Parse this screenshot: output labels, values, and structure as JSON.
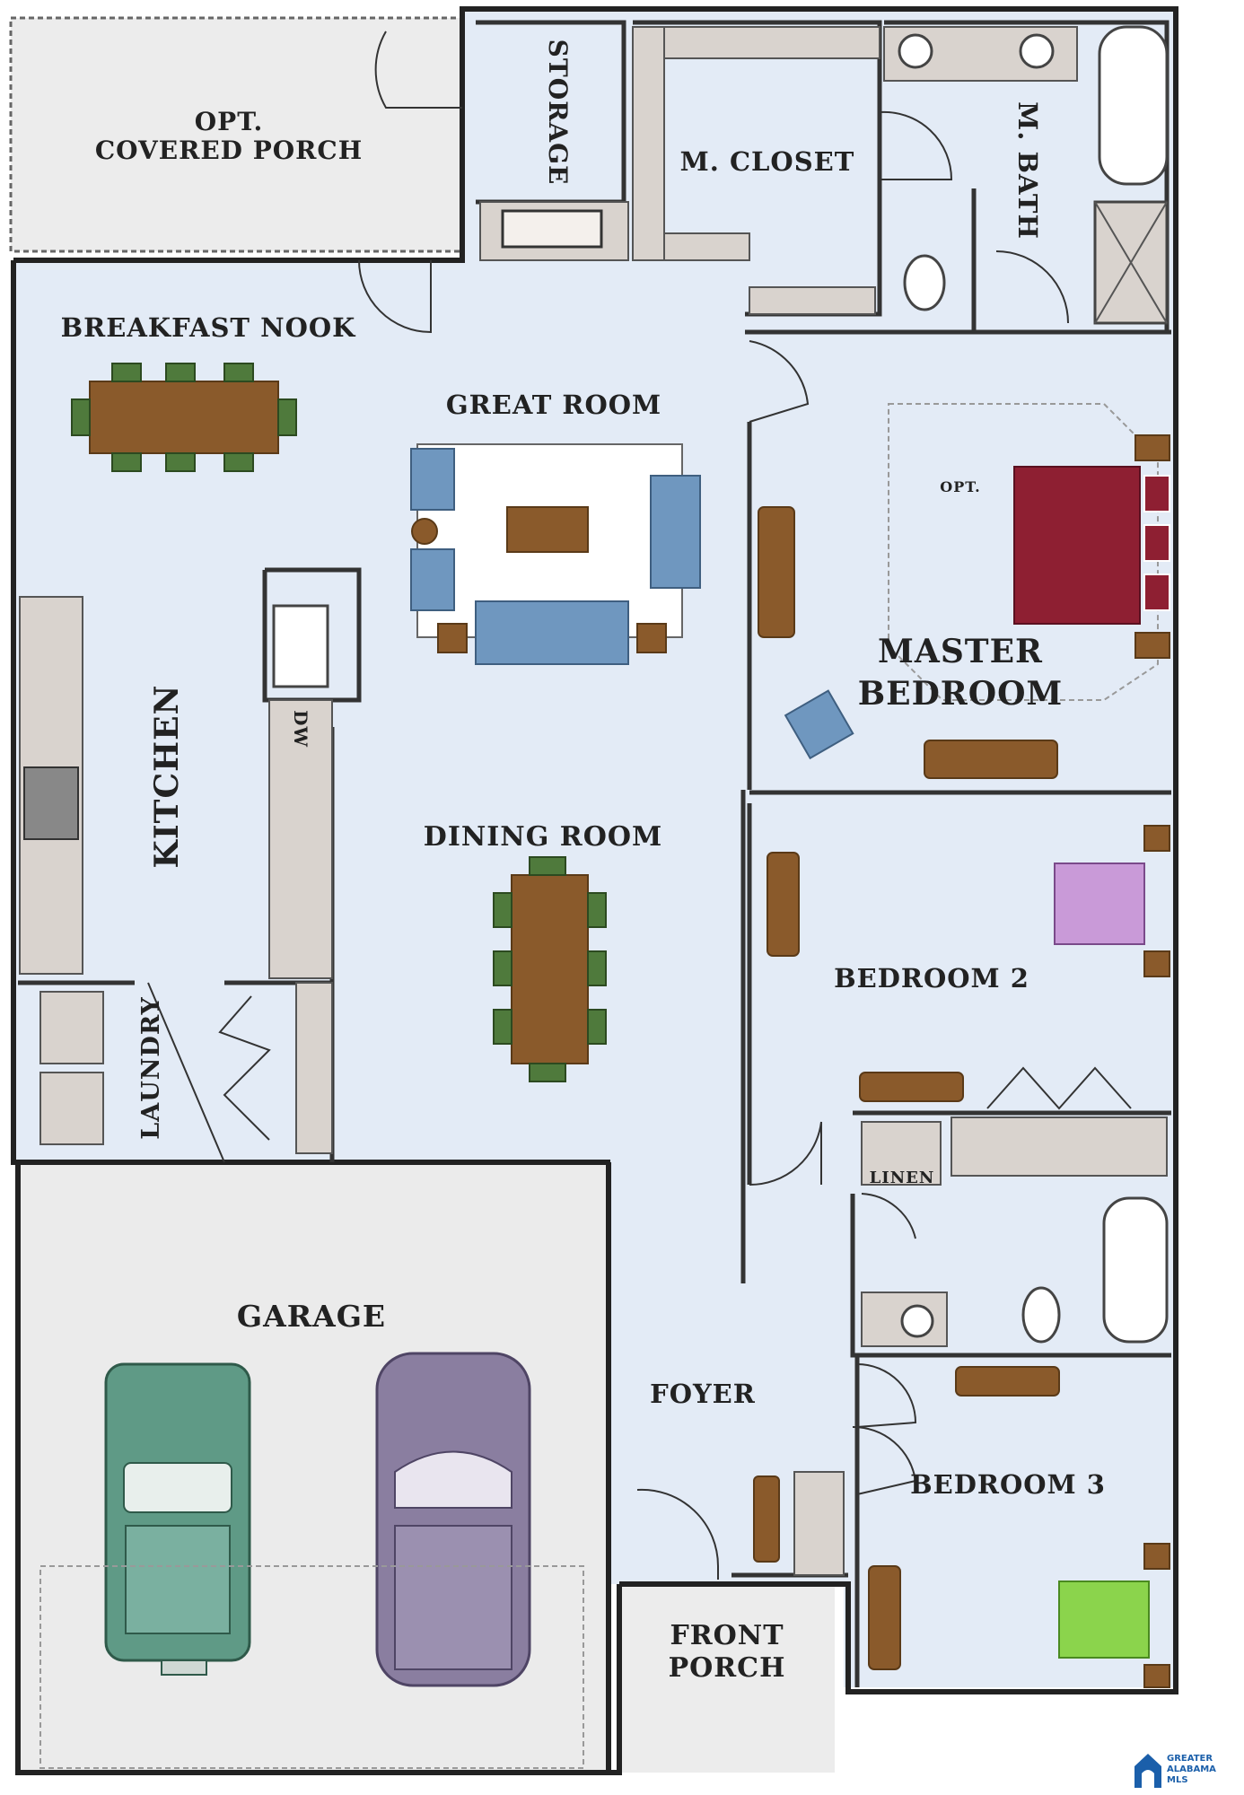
{
  "rooms": {
    "covered_porch": "OPT.",
    "covered_porch_2": "COVERED PORCH",
    "storage": "STORAGE",
    "m_closet": "M. CLOSET",
    "m_bath": "M. BATH",
    "breakfast_nook": "BREAKFAST NOOK",
    "great_room": "GREAT ROOM",
    "opt_bed": "OPT.",
    "master_1": "MASTER",
    "master_2": "BEDROOM",
    "kitchen": "KITCHEN",
    "dw": "DW",
    "dining_room": "DINING ROOM",
    "bedroom2": "BEDROOM 2",
    "laundry": "LAUNDRY",
    "linen": "LINEN",
    "garage": "GARAGE",
    "foyer": "FOYER",
    "bedroom3": "BEDROOM 3",
    "front_porch_1": "FRONT",
    "front_porch_2": "PORCH"
  },
  "logo": {
    "line1": "GREATER",
    "line2": "ALABAMA",
    "line3": "MLS",
    "icon": "house-logo-icon"
  },
  "colors": {
    "floor": "#e3ebf6",
    "outdoor": "#ececec",
    "garage": "#ebebeb",
    "master_bed": "#8e1f32",
    "bed2": "#c99ad8",
    "bed3": "#8bd44c",
    "car_left": "#5f9a86",
    "car_right": "#8a7ea0",
    "logo": "#1b5faa"
  }
}
